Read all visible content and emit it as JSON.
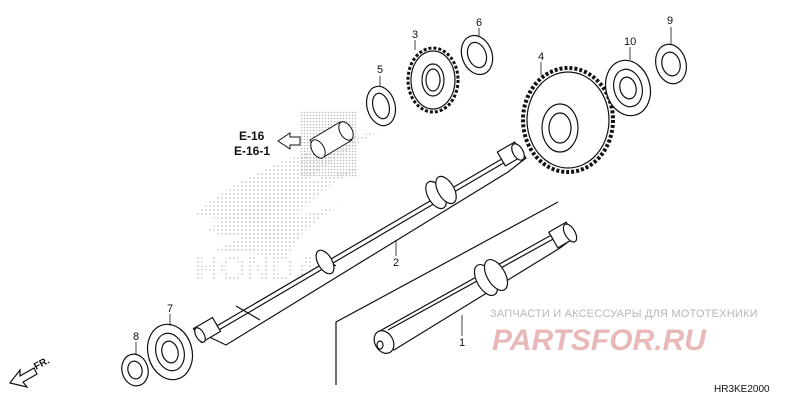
{
  "diagram": {
    "parts": [
      {
        "num": "1"
      },
      {
        "num": "2"
      },
      {
        "num": "3"
      },
      {
        "num": "4"
      },
      {
        "num": "5"
      },
      {
        "num": "6"
      },
      {
        "num": "7"
      },
      {
        "num": "8"
      },
      {
        "num": "9"
      },
      {
        "num": "10"
      }
    ],
    "references": [
      "E-16",
      "E-16-1"
    ],
    "front_marker": "FR.",
    "drawing_code": "HR3KE2000"
  },
  "watermark": {
    "tagline": "ЗАПЧАСТИ И АКСЕССУАРЫ ДЛЯ МОТОТЕХНИКИ",
    "brand": "PARTSFOR.RU",
    "logo_text": "HONDA"
  },
  "colors": {
    "line": "#111111",
    "dot_fill": "#c9c9c9",
    "watermark_red": "#e9b9b9"
  }
}
